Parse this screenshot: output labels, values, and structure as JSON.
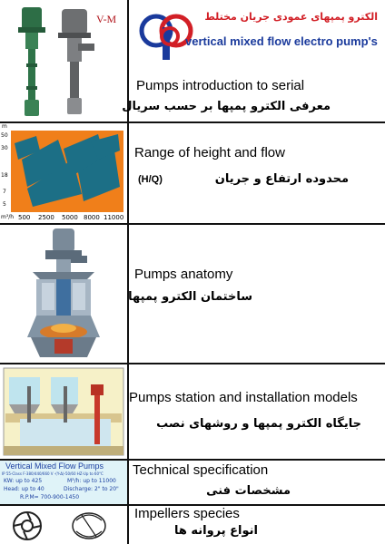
{
  "header": {
    "thumb_tag": "V-M",
    "logo_title_fa": "الکترو پمپهای عمودی جریان مختلط",
    "logo_title_en": "vertical mixed flow electro pump's"
  },
  "sections": [
    {
      "en": "Pumps introduction to serial",
      "fa": "معرفی الکترو پمپها بر حسب سریال"
    },
    {
      "en": "Range of height and flow",
      "fa": "محدوده ارتفاع و جریان",
      "fa_suffix": "(H/Q)"
    },
    {
      "en": "Pumps anatomy",
      "fa": "ساختمان الکترو پمپها"
    },
    {
      "en": "Pumps station and installation models",
      "fa": "جایگاه الکترو پمپها و روشهای نصب"
    },
    {
      "en": "Technical specification",
      "fa": "مشخصات فنی"
    },
    {
      "en": "Impellers species",
      "fa": "انواع پروانه ها"
    }
  ],
  "range_chart": {
    "y_unit": "m",
    "y_ticks": [
      "50",
      "30",
      "18",
      "7",
      "5"
    ],
    "x_unit": "m³/h",
    "x_ticks": [
      "500",
      "2500",
      "5000",
      "8000",
      "11000"
    ]
  },
  "spec_card": {
    "title": "Vertical Mixed Flow Pumps",
    "line1": "IP 55-Class F-380/440/660 V -(Y-Δ)-50/60 HZ-Up to 60°C",
    "kw": "KW: up to 425",
    "flow": "M³/h: up to 11000",
    "head": "Head: up to 40",
    "discharge": "Discharge: 2\" to 20\"",
    "rpm": "R.P.M= 700-900-1450"
  },
  "colors": {
    "chart_bg": "#f07f1a",
    "chart_fill": "#1c6f86",
    "spec_bg": "#dff3f8",
    "spec_title": "#1b3fa0",
    "logo_red": "#d21f26",
    "logo_blue": "#1a3a9c"
  }
}
